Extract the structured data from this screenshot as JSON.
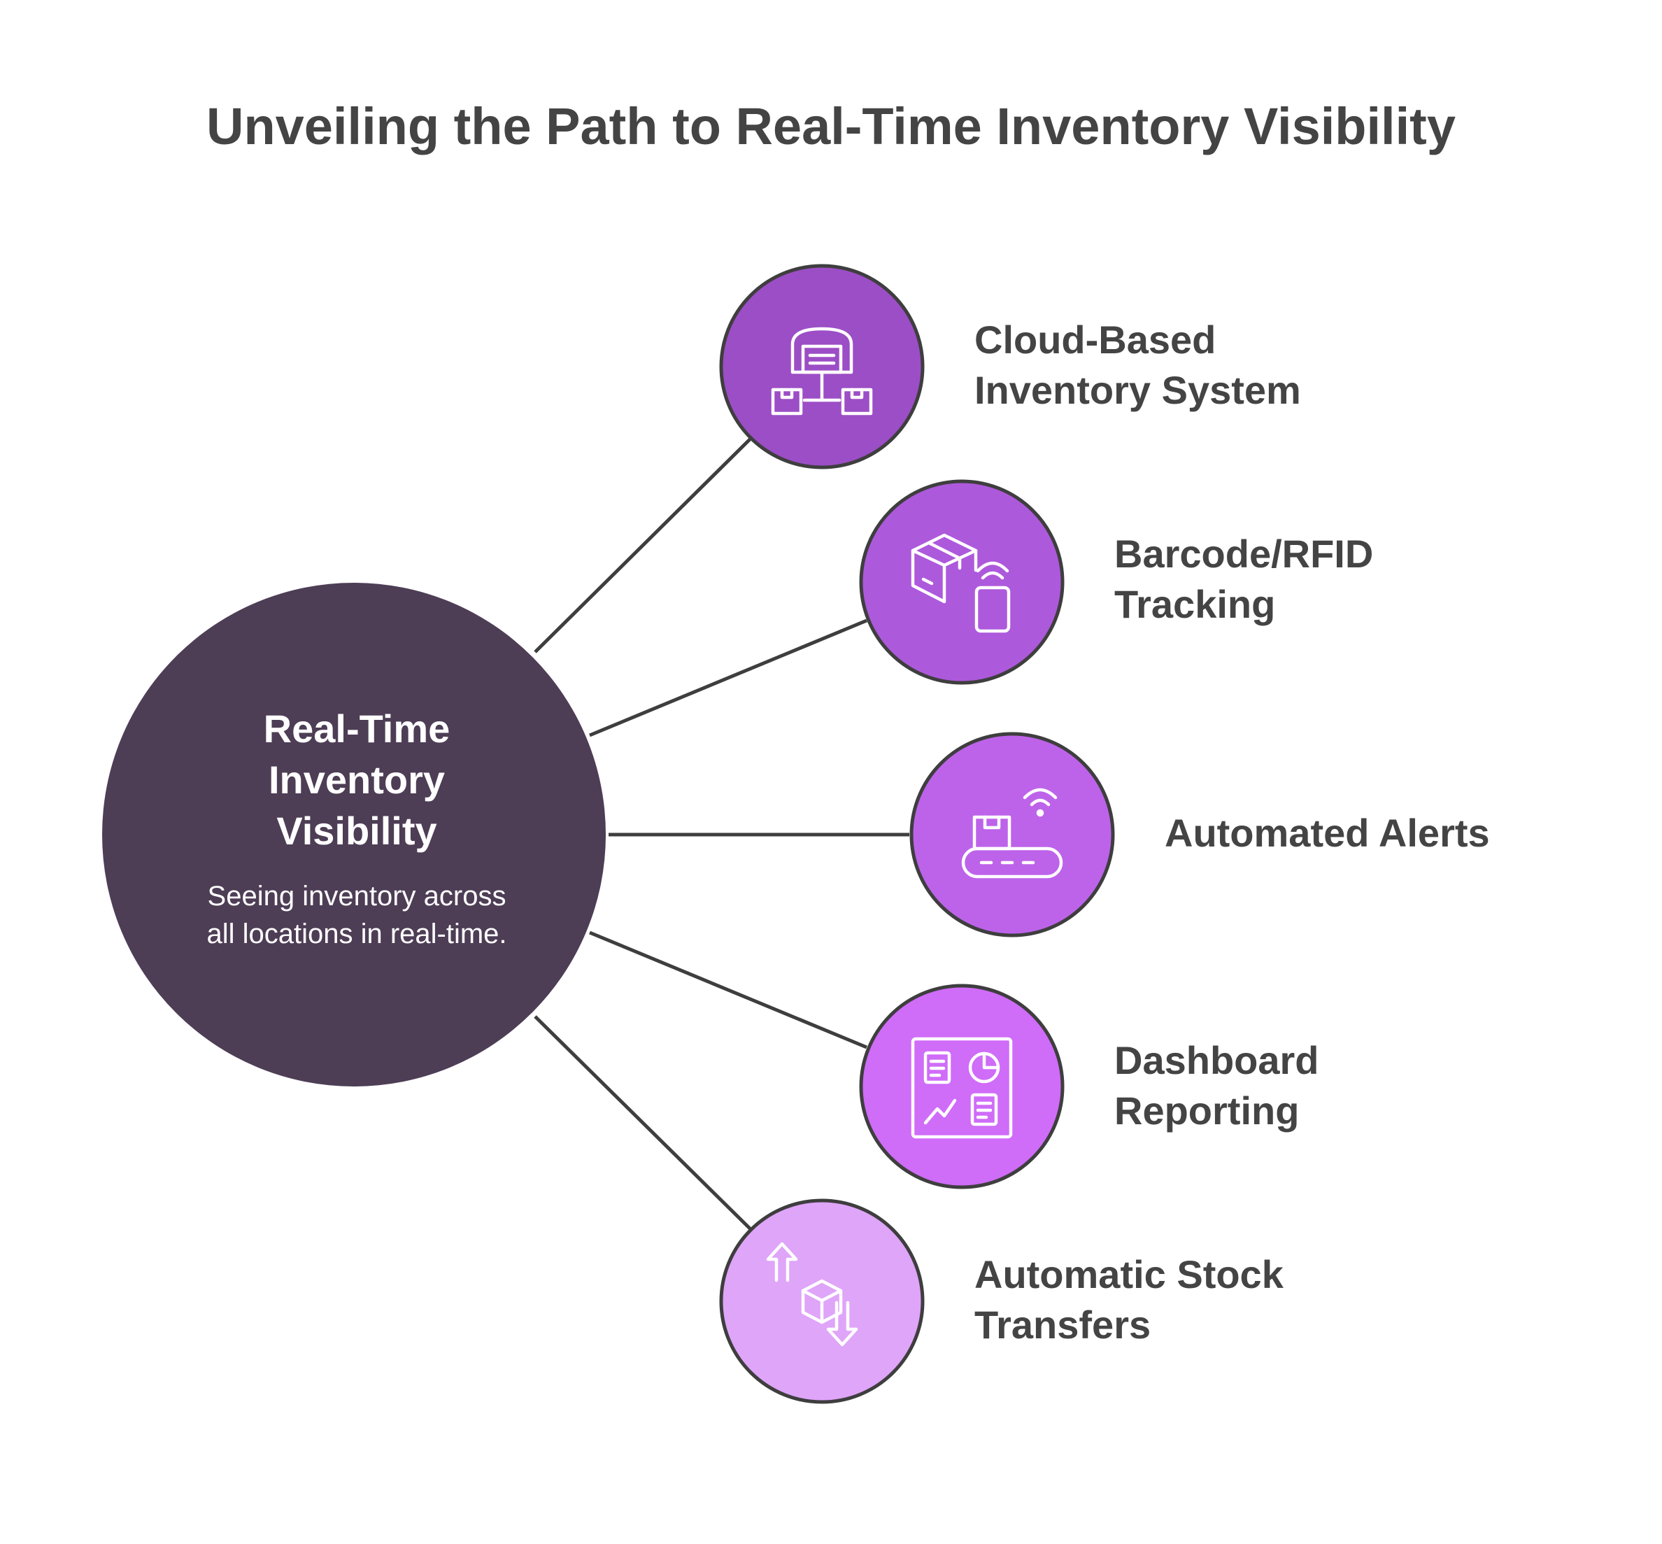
{
  "title": "Unveiling the Path to Real-Time Inventory Visibility",
  "hub": {
    "title_lines": [
      "Real-Time",
      "Inventory",
      "Visibility"
    ],
    "description_lines": [
      "Seeing inventory across",
      "all locations in real-time."
    ]
  },
  "items": [
    {
      "label_lines": [
        "Cloud-Based",
        "Inventory System"
      ],
      "icon": "warehouse-network-icon",
      "color": "#9C4EC6"
    },
    {
      "label_lines": [
        "Barcode/RFID",
        "Tracking"
      ],
      "icon": "box-rfid-scanner-icon",
      "color": "#AD59DC"
    },
    {
      "label_lines": [
        "Automated Alerts"
      ],
      "icon": "conveyor-wifi-icon",
      "color": "#BD63EA"
    },
    {
      "label_lines": [
        "Dashboard",
        "Reporting"
      ],
      "icon": "dashboard-report-icon",
      "color": "#CF6CF8"
    },
    {
      "label_lines": [
        "Automatic Stock",
        "Transfers"
      ],
      "icon": "stock-transfer-icon",
      "color": "#DFA5F9"
    }
  ],
  "colors": {
    "hub": "#4D3D55",
    "outline": "#3E3E3E",
    "connector": "#3E3E3E",
    "text": "#444444",
    "icon_stroke": "#FFFFFF"
  }
}
